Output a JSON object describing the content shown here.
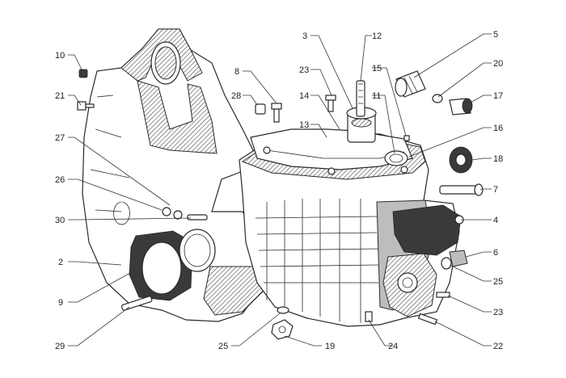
{
  "parts": [
    {
      "id": "p10",
      "text": "10"
    },
    {
      "id": "p21",
      "text": "21"
    },
    {
      "id": "p27",
      "text": "27"
    },
    {
      "id": "p26",
      "text": "26"
    },
    {
      "id": "p30",
      "text": "30"
    },
    {
      "id": "p2",
      "text": "2"
    },
    {
      "id": "p9",
      "text": "9"
    },
    {
      "id": "p29",
      "text": "29"
    },
    {
      "id": "p3",
      "text": "3"
    },
    {
      "id": "p12",
      "text": "12"
    },
    {
      "id": "p23a",
      "text": "23"
    },
    {
      "id": "p8",
      "text": "8"
    },
    {
      "id": "p28",
      "text": "28"
    },
    {
      "id": "p14",
      "text": "14"
    },
    {
      "id": "p13",
      "text": "13"
    },
    {
      "id": "p11",
      "text": "11"
    },
    {
      "id": "p15",
      "text": "15"
    },
    {
      "id": "p5",
      "text": "5"
    },
    {
      "id": "p20",
      "text": "20"
    },
    {
      "id": "p17",
      "text": "17"
    },
    {
      "id": "p16",
      "text": "16"
    },
    {
      "id": "p18",
      "text": "18"
    },
    {
      "id": "p7",
      "text": "7"
    },
    {
      "id": "p4",
      "text": "4"
    },
    {
      "id": "p6",
      "text": "6"
    },
    {
      "id": "p25a",
      "text": "25"
    },
    {
      "id": "p23b",
      "text": "23"
    },
    {
      "id": "p22",
      "text": "22"
    },
    {
      "id": "p24",
      "text": "24"
    },
    {
      "id": "p19",
      "text": "19"
    },
    {
      "id": "p25b",
      "text": "25"
    }
  ]
}
